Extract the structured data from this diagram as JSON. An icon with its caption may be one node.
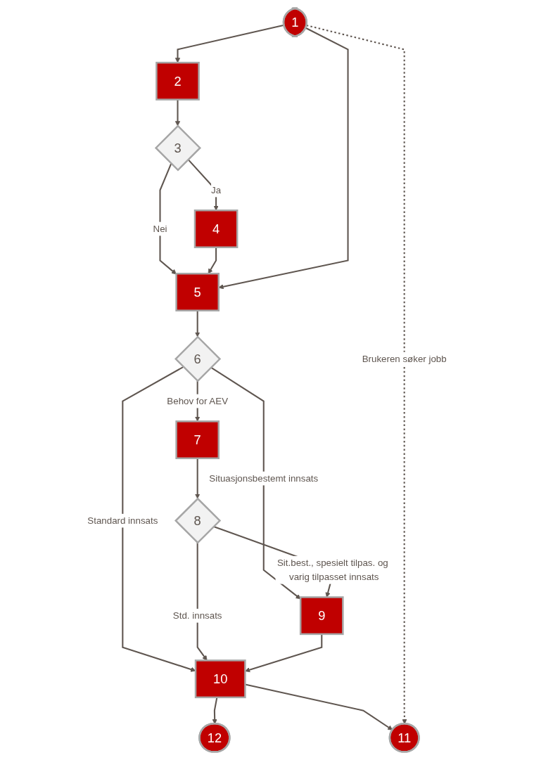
{
  "diagram": {
    "nodes": [
      {
        "text": [
          "1"
        ]
      },
      {
        "text": [
          "2"
        ]
      },
      {
        "text": [
          "3"
        ]
      },
      {
        "text": [
          "4"
        ]
      },
      {
        "text": [
          "5"
        ]
      },
      {
        "text": [
          "6"
        ]
      },
      {
        "text": [
          "7"
        ]
      },
      {
        "text": [
          "8"
        ]
      },
      {
        "text": [
          "9"
        ]
      },
      {
        "text": [
          "10"
        ]
      },
      {
        "text": [
          "11"
        ]
      },
      {
        "text": [
          "12"
        ]
      }
    ],
    "edges": [
      {
        "from": 0,
        "to": 1,
        "arrow": "to"
      },
      {
        "from": 1,
        "to": 2,
        "arrow": "to"
      },
      {
        "from": 2,
        "to": 3,
        "arrow": "to",
        "label": "Ja"
      },
      {
        "from": 2,
        "to": 4,
        "arrow": "to",
        "label": "Nei"
      },
      {
        "from": 3,
        "to": 4,
        "arrow": "to"
      },
      {
        "from": 0,
        "to": 4,
        "arrow": "to"
      },
      {
        "from": 4,
        "to": 5,
        "arrow": "to"
      },
      {
        "from": 5,
        "to": 6,
        "arrow": "to",
        "label": "Behov for AEV"
      },
      {
        "from": 5,
        "to": 8,
        "arrow": "to",
        "label": "Situasjonsbestemt innsats"
      },
      {
        "from": 5,
        "to": 9,
        "arrow": "to",
        "label": "Standard innsats"
      },
      {
        "from": 6,
        "to": 7,
        "arrow": "to"
      },
      {
        "from": 7,
        "to": 8,
        "arrow": "to",
        "label": "Sit.best., spesielt tilpas. og varig tilpasset innsats"
      },
      {
        "from": 7,
        "to": 9,
        "arrow": "to",
        "label": "Std. innsats"
      },
      {
        "from": 8,
        "to": 9,
        "arrow": "to"
      },
      {
        "from": 9,
        "to": 11,
        "arrow": "to"
      },
      {
        "from": 9,
        "to": 10,
        "arrow": "to"
      },
      {
        "from": 0,
        "to": 10,
        "arrow": "to",
        "style": "dashed",
        "label": "Brukeren søker jobb"
      }
    ]
  }
}
